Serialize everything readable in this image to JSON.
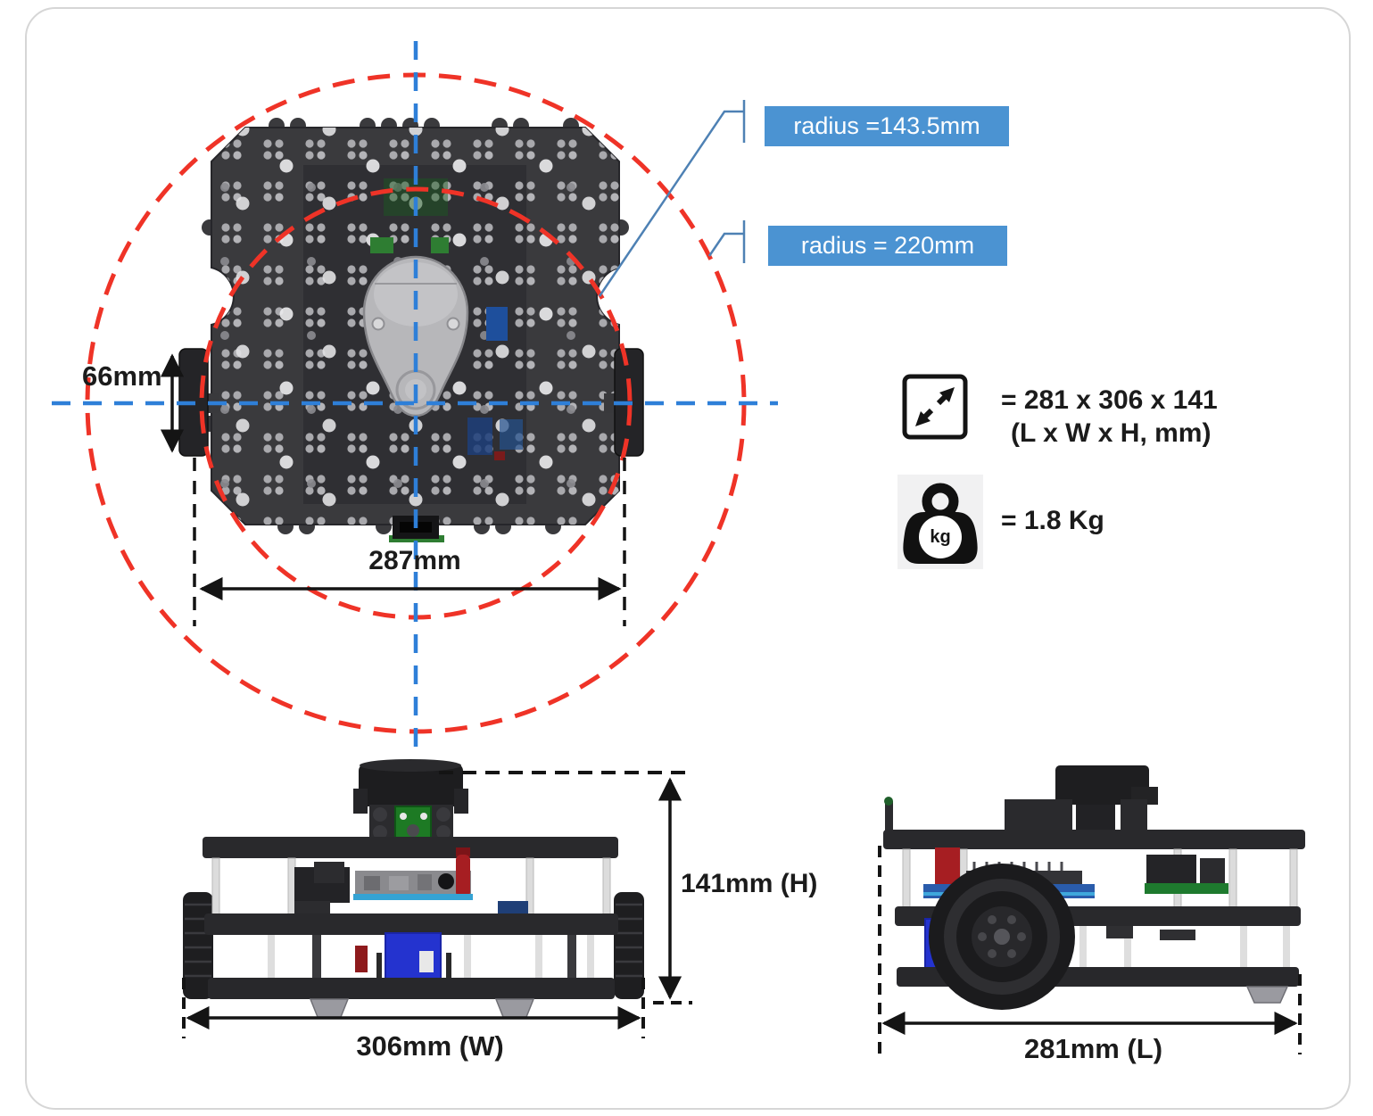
{
  "top_view": {
    "radius_inner_label": "radius =143.5mm",
    "radius_outer_label": "radius = 220mm",
    "wheel_width_label": "66mm",
    "wheel_track_label": "287mm"
  },
  "spec_panel": {
    "size_line1": "= 281 x 306 x 141",
    "size_line2": "(L x W x H, mm)",
    "weight_value": "= 1.8 Kg",
    "kg_badge": "kg"
  },
  "front_view": {
    "height_label": "141mm (H)",
    "width_label": "306mm (W)"
  },
  "side_view": {
    "length_label": "281mm (L)"
  },
  "icons": {
    "size": "expand-icon",
    "weight": "kettlebell-icon"
  },
  "colors": {
    "radius_label_bg": "#4b93d2",
    "dashed_circle_red": "#ef3327",
    "centerline_blue": "#2e7fd8",
    "leader_blue": "#4e81b4",
    "annotation_black": "#1b1b1b"
  }
}
